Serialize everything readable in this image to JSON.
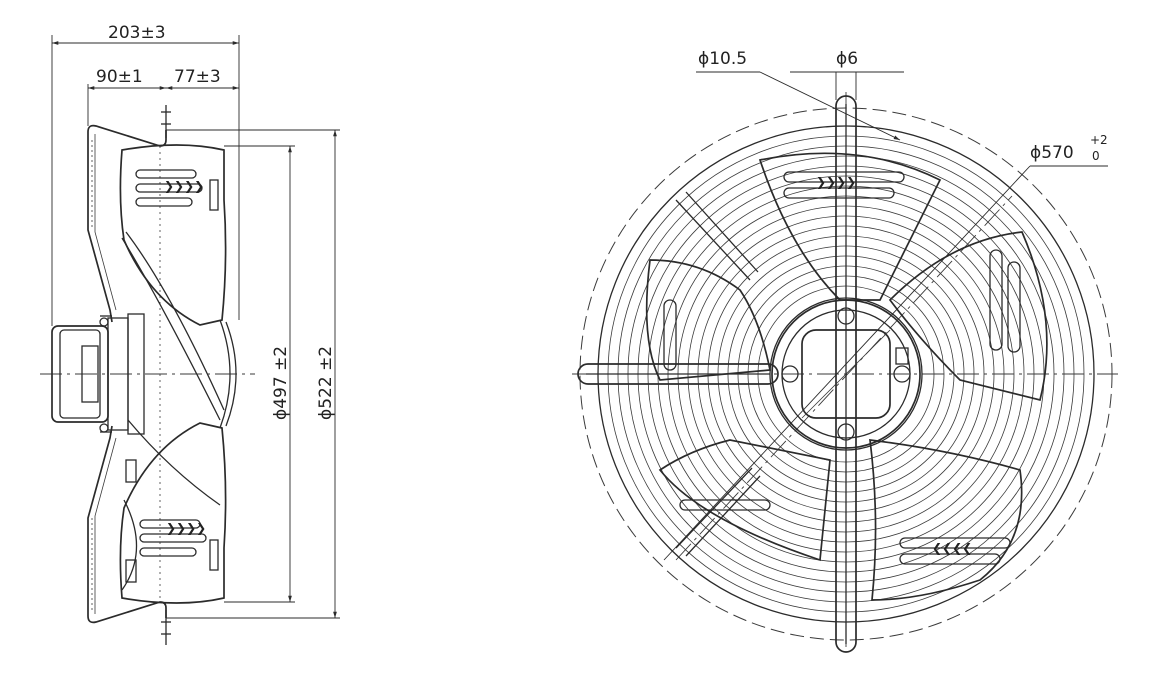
{
  "side_view": {
    "dim_overall_depth": "203±3",
    "dim_guard_depth": "90±1",
    "dim_motor_depth": "77±3",
    "dim_blade_diameter": "ϕ497 ±2",
    "dim_guard_diameter": "ϕ522 ±2"
  },
  "front_view": {
    "dim_hole": "ϕ10.5",
    "dim_slot": "ϕ6",
    "dim_mount_diameter": "ϕ570",
    "dim_mount_tol_upper": "+2",
    "dim_mount_tol_lower": "0"
  },
  "colors": {
    "line": "#2b2b2b",
    "background": "#ffffff"
  }
}
